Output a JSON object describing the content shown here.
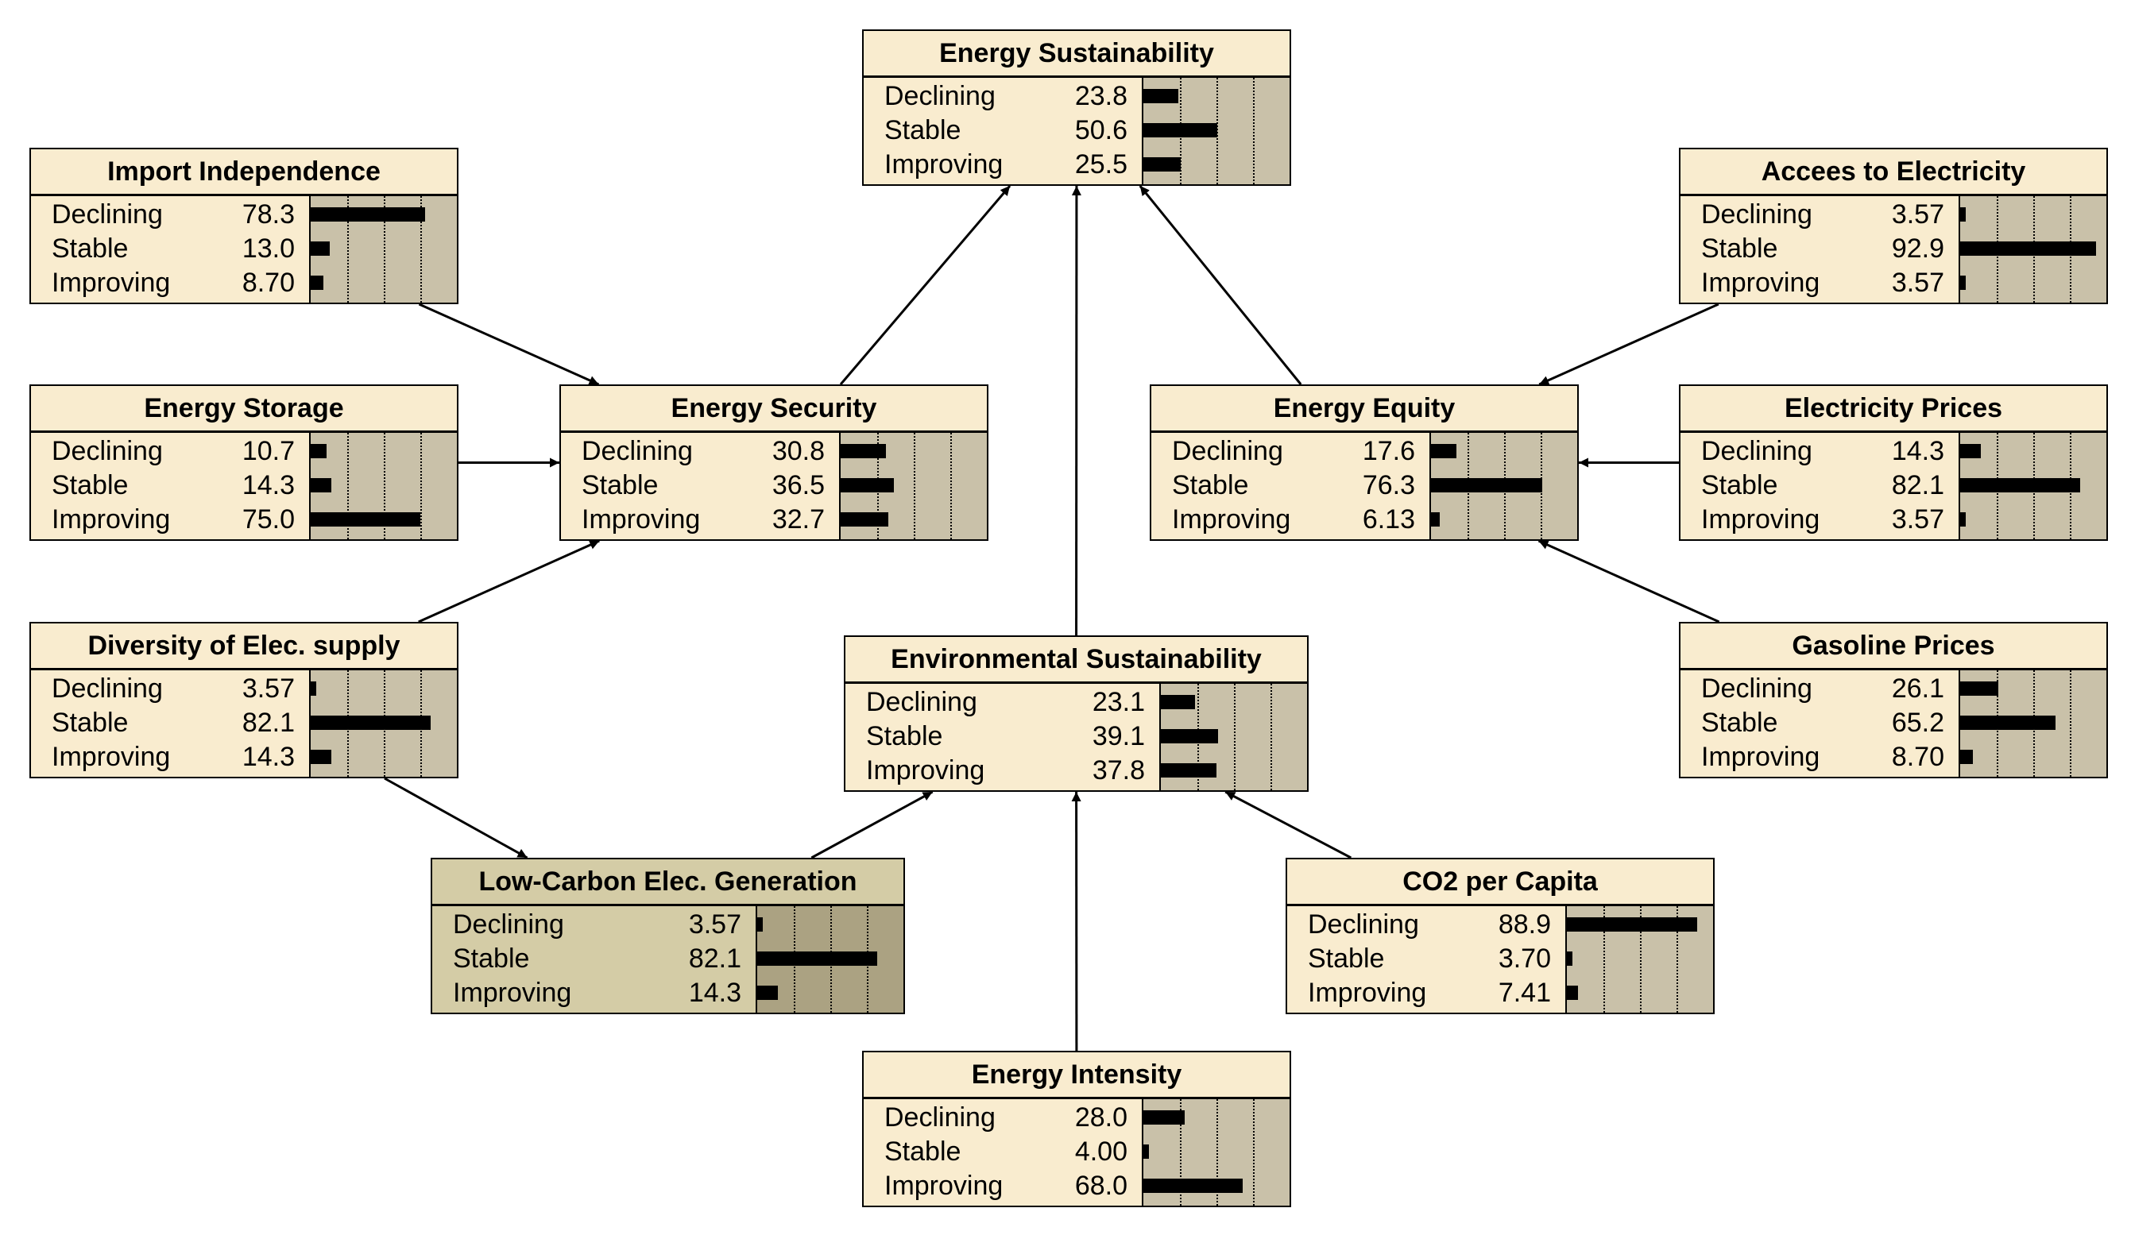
{
  "nodes": [
    {
      "id": "sust",
      "title": "Energy Sustainability",
      "states": [
        {
          "label": "Declining",
          "value": "23.8",
          "pct": 23.8
        },
        {
          "label": "Stable",
          "value": "50.6",
          "pct": 50.6
        },
        {
          "label": "Improving",
          "value": "25.5",
          "pct": 25.5
        }
      ]
    },
    {
      "id": "import",
      "title": "Import Independence",
      "states": [
        {
          "label": "Declining",
          "value": "78.3",
          "pct": 78.3
        },
        {
          "label": "Stable",
          "value": "13.0",
          "pct": 13.0
        },
        {
          "label": "Improving",
          "value": "8.70",
          "pct": 8.7
        }
      ]
    },
    {
      "id": "access",
      "title": "Accees to Electricity",
      "states": [
        {
          "label": "Declining",
          "value": "3.57",
          "pct": 3.57
        },
        {
          "label": "Stable",
          "value": "92.9",
          "pct": 92.9
        },
        {
          "label": "Improving",
          "value": "3.57",
          "pct": 3.57
        }
      ]
    },
    {
      "id": "storage",
      "title": "Energy Storage",
      "states": [
        {
          "label": "Declining",
          "value": "10.7",
          "pct": 10.7
        },
        {
          "label": "Stable",
          "value": "14.3",
          "pct": 14.3
        },
        {
          "label": "Improving",
          "value": "75.0",
          "pct": 75.0
        }
      ]
    },
    {
      "id": "security",
      "title": "Energy Security",
      "states": [
        {
          "label": "Declining",
          "value": "30.8",
          "pct": 30.8
        },
        {
          "label": "Stable",
          "value": "36.5",
          "pct": 36.5
        },
        {
          "label": "Improving",
          "value": "32.7",
          "pct": 32.7
        }
      ]
    },
    {
      "id": "equity",
      "title": "Energy Equity",
      "states": [
        {
          "label": "Declining",
          "value": "17.6",
          "pct": 17.6
        },
        {
          "label": "Stable",
          "value": "76.3",
          "pct": 76.3
        },
        {
          "label": "Improving",
          "value": "6.13",
          "pct": 6.13
        }
      ]
    },
    {
      "id": "elecprices",
      "title": "Electricity Prices",
      "states": [
        {
          "label": "Declining",
          "value": "14.3",
          "pct": 14.3
        },
        {
          "label": "Stable",
          "value": "82.1",
          "pct": 82.1
        },
        {
          "label": "Improving",
          "value": "3.57",
          "pct": 3.57
        }
      ]
    },
    {
      "id": "diversity",
      "title": "Diversity of Elec. supply",
      "states": [
        {
          "label": "Declining",
          "value": "3.57",
          "pct": 3.57
        },
        {
          "label": "Stable",
          "value": "82.1",
          "pct": 82.1
        },
        {
          "label": "Improving",
          "value": "14.3",
          "pct": 14.3
        }
      ]
    },
    {
      "id": "envsust",
      "title": "Environmental Sustainability",
      "states": [
        {
          "label": "Declining",
          "value": "23.1",
          "pct": 23.1
        },
        {
          "label": "Stable",
          "value": "39.1",
          "pct": 39.1
        },
        {
          "label": "Improving",
          "value": "37.8",
          "pct": 37.8
        }
      ]
    },
    {
      "id": "gasoline",
      "title": "Gasoline Prices",
      "states": [
        {
          "label": "Declining",
          "value": "26.1",
          "pct": 26.1
        },
        {
          "label": "Stable",
          "value": "65.2",
          "pct": 65.2
        },
        {
          "label": "Improving",
          "value": "8.70",
          "pct": 8.7
        }
      ]
    },
    {
      "id": "lowcarbon",
      "title": "Low-Carbon Elec. Generation",
      "highlighted": true,
      "states": [
        {
          "label": "Declining",
          "value": "3.57",
          "pct": 3.57
        },
        {
          "label": "Stable",
          "value": "82.1",
          "pct": 82.1
        },
        {
          "label": "Improving",
          "value": "14.3",
          "pct": 14.3
        }
      ]
    },
    {
      "id": "co2",
      "title": "CO2 per Capita",
      "states": [
        {
          "label": "Declining",
          "value": "88.9",
          "pct": 88.9
        },
        {
          "label": "Stable",
          "value": "3.70",
          "pct": 3.7
        },
        {
          "label": "Improving",
          "value": "7.41",
          "pct": 7.41
        }
      ]
    },
    {
      "id": "intensity",
      "title": "Energy Intensity",
      "states": [
        {
          "label": "Declining",
          "value": "28.0",
          "pct": 28.0
        },
        {
          "label": "Stable",
          "value": "4.00",
          "pct": 4.0
        },
        {
          "label": "Improving",
          "value": "68.0",
          "pct": 68.0
        }
      ]
    }
  ],
  "edges": [
    {
      "from": "import",
      "to": "security"
    },
    {
      "from": "storage",
      "to": "security"
    },
    {
      "from": "diversity",
      "to": "security"
    },
    {
      "from": "diversity",
      "to": "lowcarbon"
    },
    {
      "from": "security",
      "to": "sust"
    },
    {
      "from": "envsust",
      "to": "sust"
    },
    {
      "from": "equity",
      "to": "sust"
    },
    {
      "from": "access",
      "to": "equity"
    },
    {
      "from": "elecprices",
      "to": "equity"
    },
    {
      "from": "gasoline",
      "to": "equity"
    },
    {
      "from": "lowcarbon",
      "to": "envsust"
    },
    {
      "from": "intensity",
      "to": "envsust"
    },
    {
      "from": "co2",
      "to": "envsust"
    }
  ]
}
